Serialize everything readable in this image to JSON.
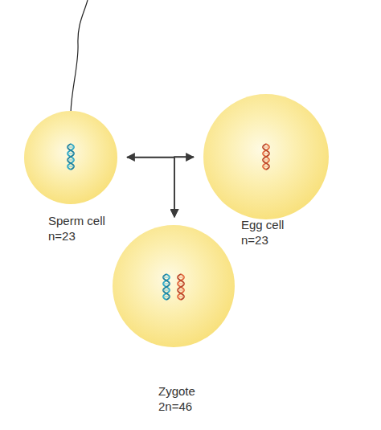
{
  "diagram": {
    "nodes": [
      {
        "text": [
          "Sperm cell",
          "n=23"
        ]
      },
      {
        "text": [
          "Egg cell",
          "n=23"
        ]
      },
      {
        "text": [
          "Zygote",
          "2n=46"
        ]
      }
    ],
    "edges": [
      {
        "from": 0,
        "to": 1,
        "arrow": "both"
      },
      {
        "from": 0,
        "to": 2,
        "arrow": "to"
      },
      {
        "from": 1,
        "to": 2,
        "arrow": "to"
      }
    ]
  }
}
